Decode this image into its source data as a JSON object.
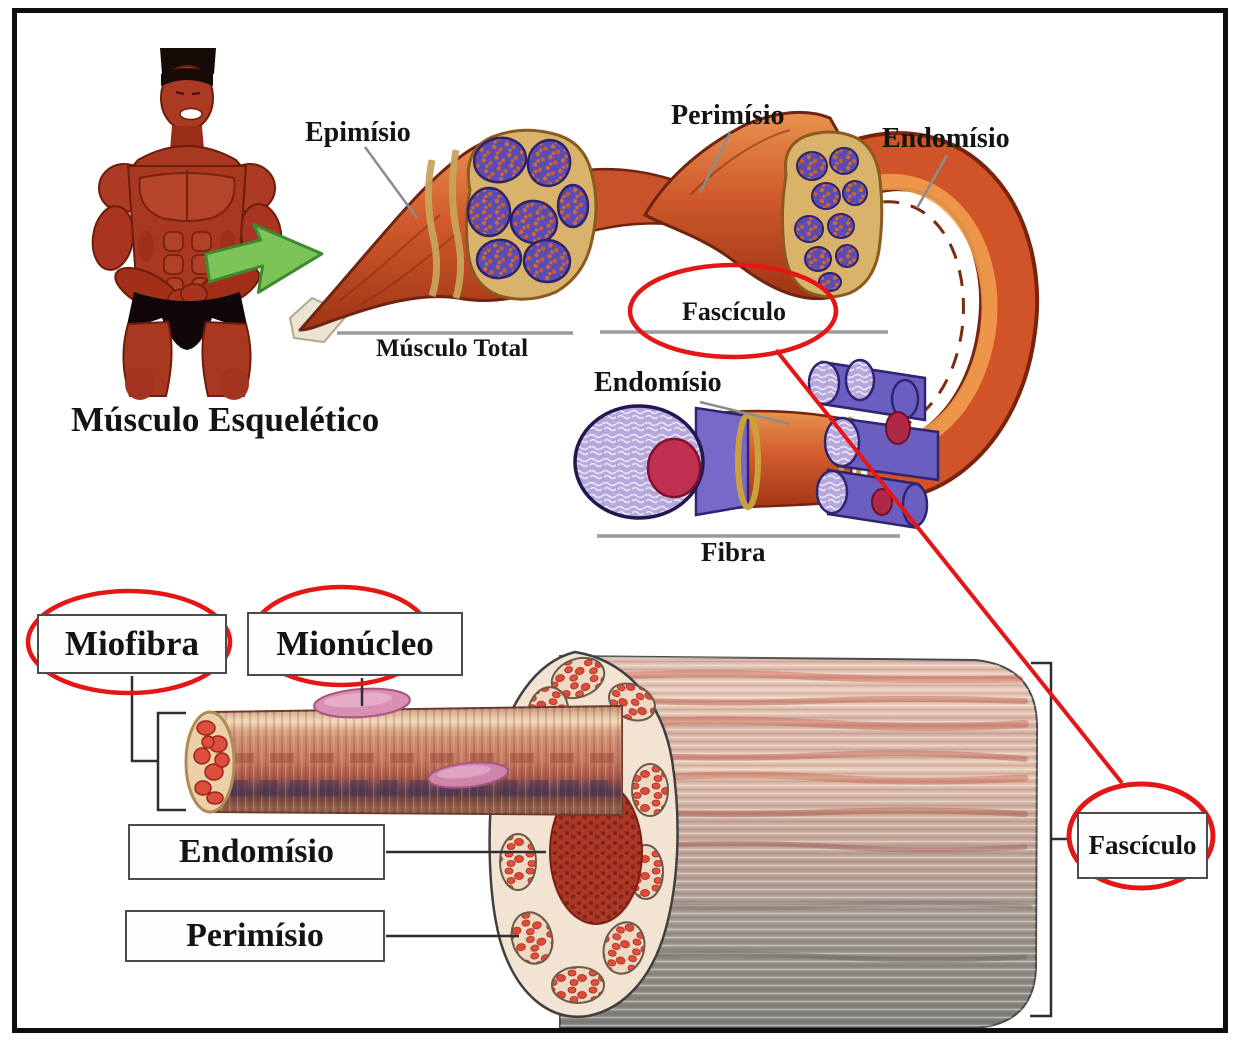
{
  "figure": {
    "top": {
      "skeletal_muscle": "Músculo Esquelético",
      "epimysium": "Epimísio",
      "perimysium": "Perimísio",
      "endomysium_upper": "Endomísio",
      "whole_muscle": "Músculo Total",
      "fascicle": "Fascículo",
      "endomysium_lower": "Endomísio",
      "fiber": "Fibra"
    },
    "bottom": {
      "myofiber": "Miofibra",
      "myonucleus": "Mionúcleo",
      "endomysium": "Endomísio",
      "perimysium": "Perimísio",
      "fascicle": "Fascículo"
    },
    "colors": {
      "annotation_red": "#e41616",
      "pointer_gray": "#8c8c8c",
      "box_border": "#4c4c4c",
      "label_text": "#141414",
      "muscle_orange": "#d05428",
      "fascicle_purple": "#5a4cb4",
      "connective_tan": "#d9b36a",
      "arrow_green": "#7cc456"
    }
  }
}
